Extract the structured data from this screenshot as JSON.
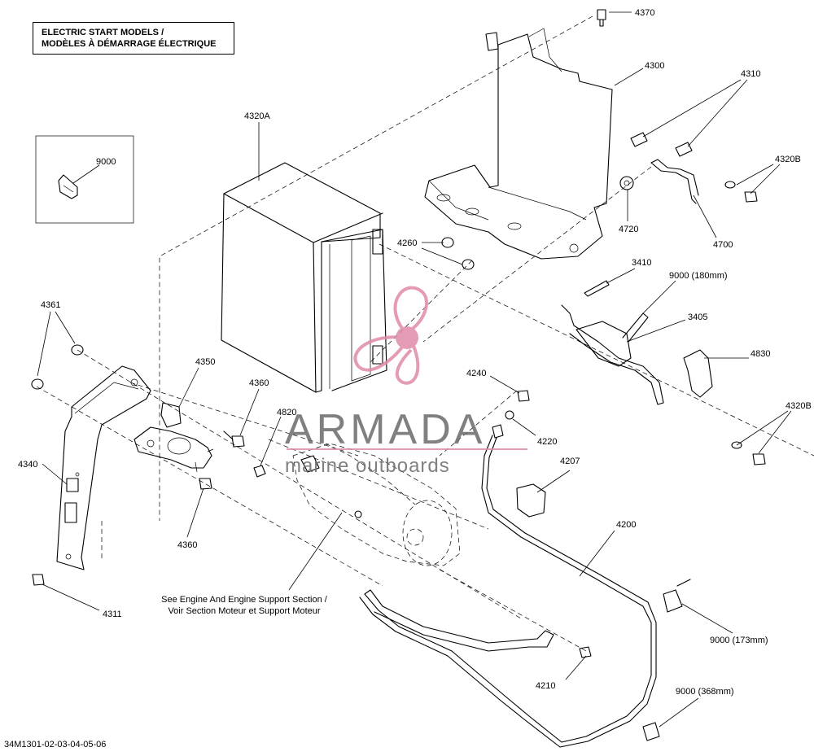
{
  "header": {
    "title_line1": "ELECTRIC START MODELS /",
    "title_line2": "MODÈLES À DÉMARRAGE ÉLECTRIQUE"
  },
  "reference_code": "34M1301-02-03-04-05-06",
  "watermark": {
    "brand": "ARMADA",
    "tagline": "marine outboards",
    "brand_color": "#6b6b6b",
    "logo_color": "#e08aa9"
  },
  "note": {
    "line1": "See Engine And Engine Support Section /",
    "line2": "Voir Section Moteur et Support Moteur"
  },
  "labels": {
    "p4370": "4370",
    "p4300": "4300",
    "p4310": "4310",
    "p4320A": "4320A",
    "p4320B_top": "4320B",
    "p9000_inset": "9000",
    "p4720": "4720",
    "p4700": "4700",
    "p4260": "4260",
    "p3410": "3410",
    "p9000_180": "9000 (180mm)",
    "p3405": "3405",
    "p4361": "4361",
    "p4350": "4350",
    "p4830": "4830",
    "p4240": "4240",
    "p4360_top": "4360",
    "p4320B_bot": "4320B",
    "p4820": "4820",
    "p4220": "4220",
    "p4340": "4340",
    "p4207": "4207",
    "p4360_bot": "4360",
    "p4200": "4200",
    "p4311": "4311",
    "p9000_173": "9000 (173mm)",
    "p4210": "4210",
    "p9000_368": "9000 (368mm)"
  }
}
